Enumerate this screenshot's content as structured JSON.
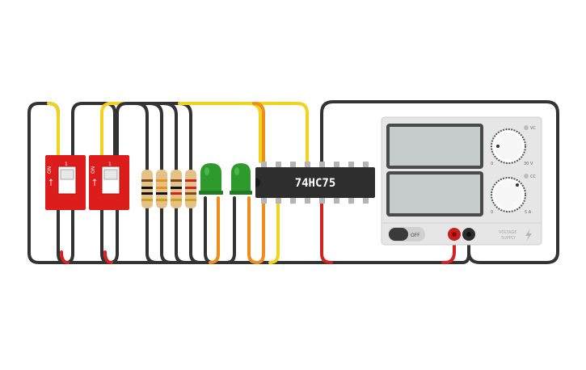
{
  "chip": {
    "label": "74HC75"
  },
  "dip_switches": [
    {
      "on_label": "ON",
      "position_label": "1"
    },
    {
      "on_label": "ON",
      "position_label": "1"
    }
  ],
  "resistor_count": 4,
  "led_count": 2,
  "power_supply": {
    "voltage_channel_tag": "VC",
    "current_channel_tag": "CC",
    "voltage_min": "0",
    "voltage_max": "30 V",
    "current_min": "0",
    "current_max": "5 A",
    "power_switch_label": "OFF",
    "brand_label_line1": "VOLTAGE",
    "brand_label_line2": "SUPPLY"
  },
  "colors": {
    "wire_black": "#333333",
    "wire_yellow": "#f2d21e",
    "wire_orange": "#f08c1a",
    "wire_red": "#d32222",
    "switch_body": "#dd1c1c",
    "led_green": "#2e9a2e",
    "chip_body": "#2e2e2e",
    "supply_body": "#e6e6e6",
    "supply_display": "#c5cccb"
  }
}
